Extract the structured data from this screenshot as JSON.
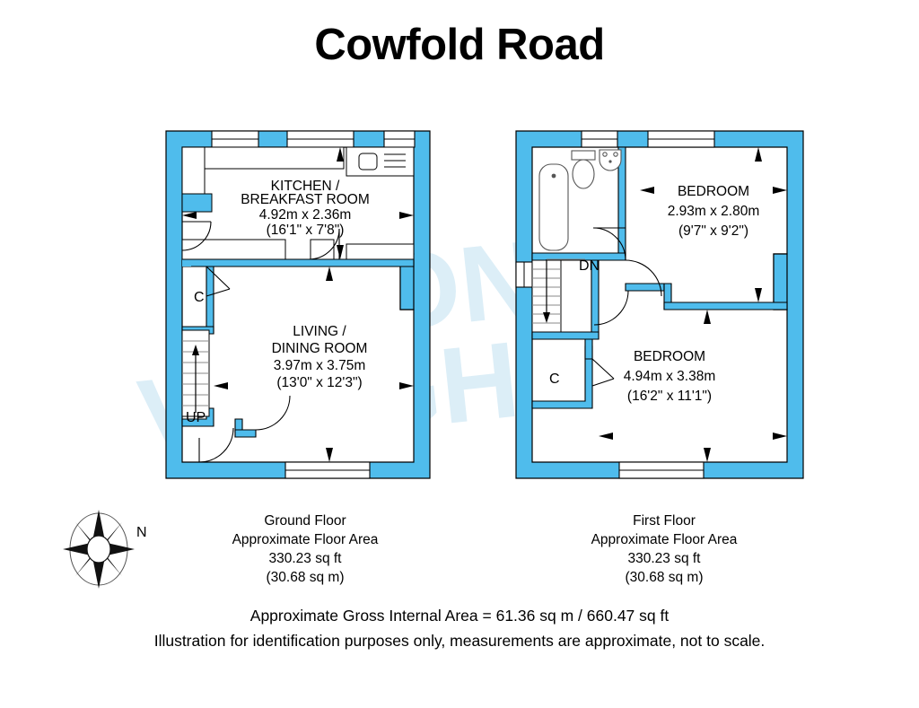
{
  "title": "Cowfold Road",
  "colors": {
    "wall": "#4FBCEC",
    "outline": "#000000",
    "background": "#FFFFFF",
    "watermark": "#DCEEF7",
    "fixture_stroke": "#555555"
  },
  "watermark": {
    "line1": "ASTON",
    "line2": "VAUGHAN"
  },
  "ground_floor": {
    "name": "Ground Floor",
    "rooms": [
      {
        "id": "kitchen",
        "name_line1": "KITCHEN /",
        "name_line2": "BREAKFAST ROOM",
        "metric": "4.92m x 2.36m",
        "imperial": "(16'1\" x 7'8\")"
      },
      {
        "id": "living-dining",
        "name_line1": "LIVING /",
        "name_line2": "DINING ROOM",
        "metric": "3.97m x 3.75m",
        "imperial": "(13'0\" x 12'3\")"
      }
    ],
    "markers": [
      {
        "id": "cupboard",
        "label": "C"
      },
      {
        "id": "stairs-up",
        "label": "UP"
      }
    ],
    "caption": {
      "floor": "Ground Floor",
      "area_title": "Approximate Floor Area",
      "area_sqft": "330.23 sq ft",
      "area_sqm": "(30.68 sq m)"
    }
  },
  "first_floor": {
    "name": "First Floor",
    "rooms": [
      {
        "id": "bedroom-1",
        "name_line1": "BEDROOM",
        "metric": "2.93m x 2.80m",
        "imperial": "(9'7\" x 9'2\")"
      },
      {
        "id": "bedroom-2",
        "name_line1": "BEDROOM",
        "metric": "4.94m x 3.38m",
        "imperial": "(16'2\" x 11'1\")"
      }
    ],
    "markers": [
      {
        "id": "cupboard",
        "label": "C"
      },
      {
        "id": "stairs-down",
        "label": "DN"
      }
    ],
    "fixtures": [
      "bath",
      "toilet",
      "wash-basin"
    ],
    "caption": {
      "floor": "First Floor",
      "area_title": "Approximate Floor Area",
      "area_sqft": "330.23 sq ft",
      "area_sqm": "(30.68 sq m)"
    }
  },
  "compass": {
    "label": "N"
  },
  "summary": {
    "line1": "Approximate Gross Internal Area = 61.36 sq m / 660.47 sq ft",
    "line2": "Illustration for identification purposes only, measurements are approximate, not to scale."
  }
}
